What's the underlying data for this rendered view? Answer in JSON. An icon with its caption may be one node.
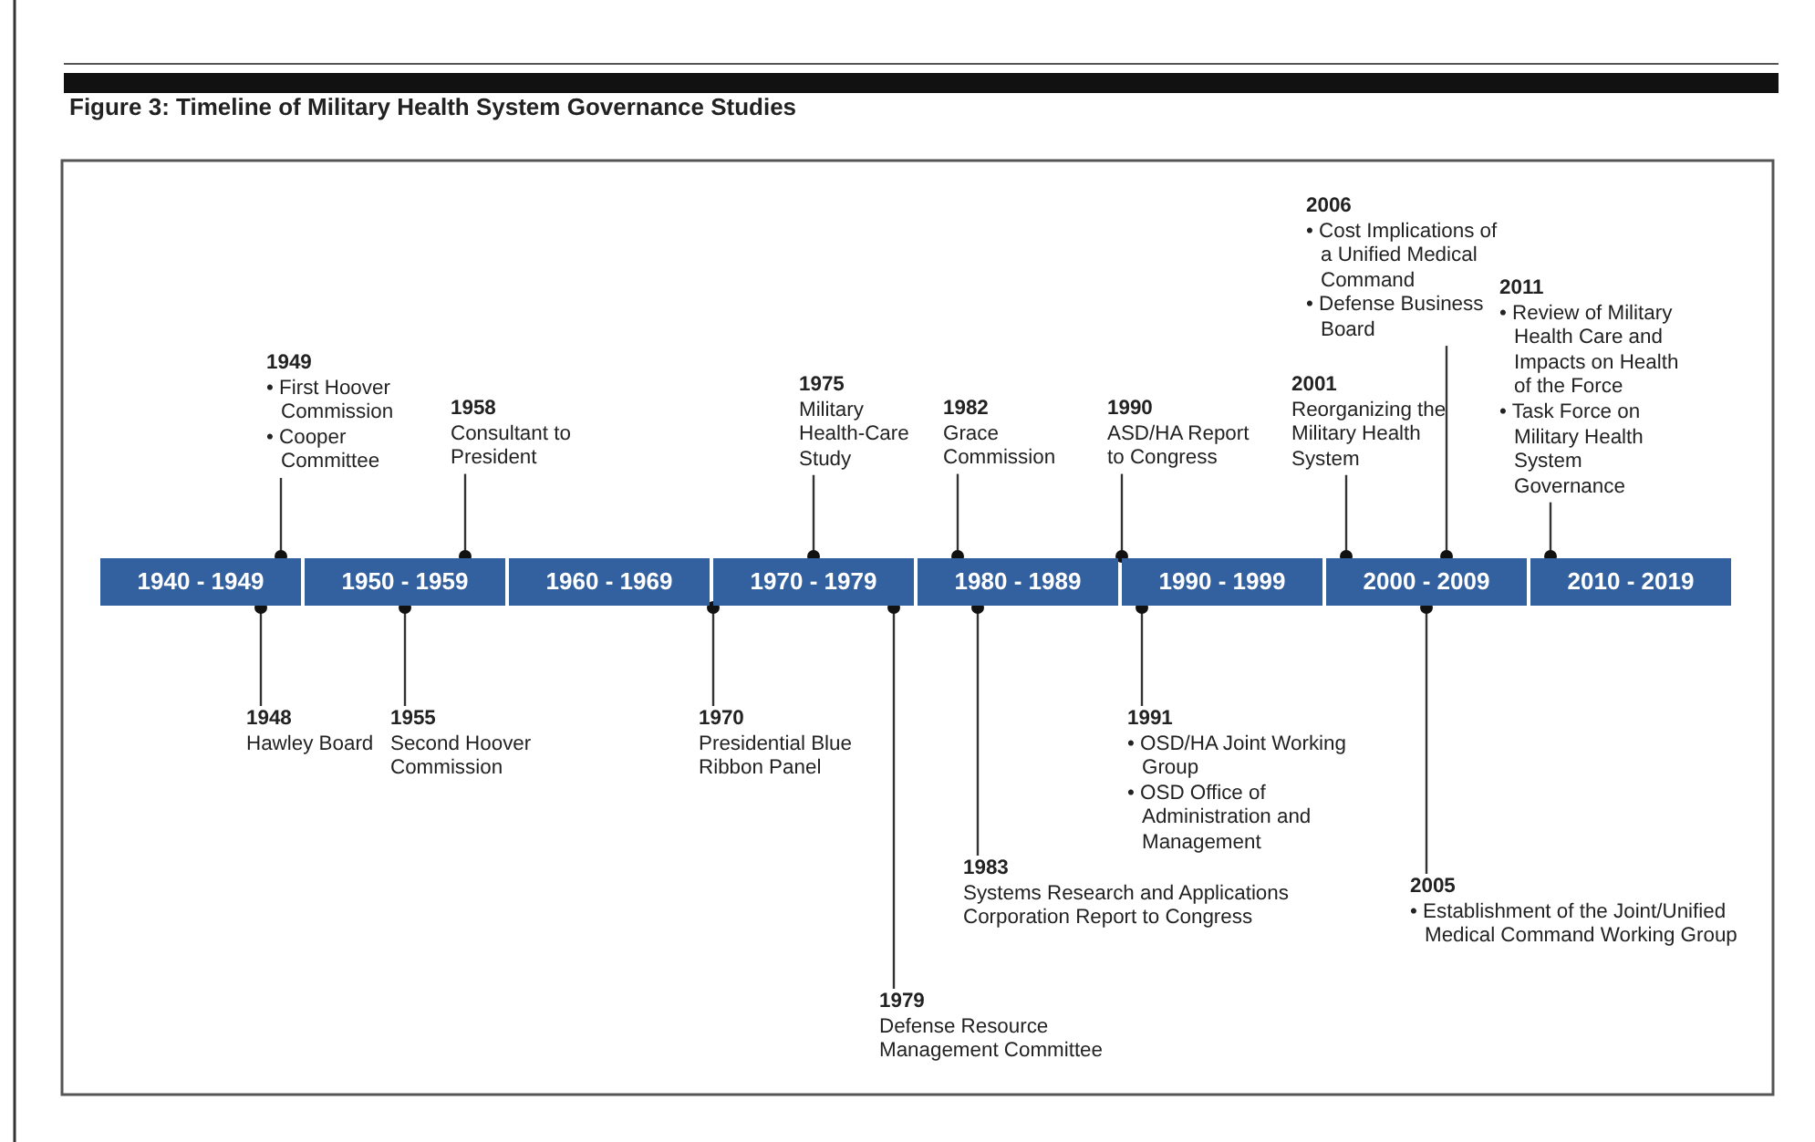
{
  "diagram": {
    "title": "Figure 3: Timeline of Military Health System Governance Studies",
    "nodes": [
      {
        "text": [
          "1949",
          "• First Hoover Commission",
          "• Cooper Committee"
        ]
      },
      {
        "text": [
          "1958",
          "Consultant to President"
        ]
      },
      {
        "text": [
          "1975",
          "Military Health-Care Study"
        ]
      },
      {
        "text": [
          "1982",
          "Grace Commission"
        ]
      },
      {
        "text": [
          "1990",
          "ASD/HA Report to Congress"
        ]
      },
      {
        "text": [
          "2001",
          "Reorganizing the Military Health System"
        ]
      },
      {
        "text": [
          "2006",
          "• Cost Implications of a Unified Medical Command",
          "• Defense Business Board"
        ]
      },
      {
        "text": [
          "2011",
          "• Review of Military Health Care and Impacts on Health of the Force",
          "• Task Force on Military Health System Governance"
        ]
      },
      {
        "text": [
          "1940 - 1949"
        ]
      },
      {
        "text": [
          "1950 - 1959"
        ]
      },
      {
        "text": [
          "1960 - 1969"
        ]
      },
      {
        "text": [
          "1970 - 1979"
        ]
      },
      {
        "text": [
          "1980 - 1989"
        ]
      },
      {
        "text": [
          "1990 - 1999"
        ]
      },
      {
        "text": [
          "2000 - 2009"
        ]
      },
      {
        "text": [
          "2010 - 2019"
        ]
      },
      {
        "text": [
          "1948",
          "Hawley Board"
        ]
      },
      {
        "text": [
          "1955",
          "Second Hoover Commission"
        ]
      },
      {
        "text": [
          "1970",
          "Presidential Blue Ribbon Panel"
        ]
      },
      {
        "text": [
          "1979",
          "Defense Resource Management Committee"
        ]
      },
      {
        "text": [
          "1983",
          "Systems Research and Applications Corporation Report to Congress"
        ]
      },
      {
        "text": [
          "1991",
          "• OSD/HA Joint Working Group",
          "• OSD Office of Administration and Management"
        ]
      },
      {
        "text": [
          "2005",
          "• Establishment of the Joint/Unified Medical Command Working Group"
        ]
      }
    ],
    "edges": [
      {
        "from": 0,
        "to": 8,
        "arrow": "other"
      },
      {
        "from": 1,
        "to": 9,
        "arrow": "other"
      },
      {
        "from": 2,
        "to": 11,
        "arrow": "other"
      },
      {
        "from": 3,
        "to": 12,
        "arrow": "other"
      },
      {
        "from": 4,
        "to": 13,
        "arrow": "other"
      },
      {
        "from": 5,
        "to": 14,
        "arrow": "other"
      },
      {
        "from": 6,
        "to": 14,
        "arrow": "other"
      },
      {
        "from": 7,
        "to": 15,
        "arrow": "other"
      },
      {
        "from": 16,
        "to": 8,
        "arrow": "other"
      },
      {
        "from": 17,
        "to": 9,
        "arrow": "other"
      },
      {
        "from": 18,
        "to": 11,
        "arrow": "other"
      },
      {
        "from": 19,
        "to": 11,
        "arrow": "other"
      },
      {
        "from": 20,
        "to": 12,
        "arrow": "other"
      },
      {
        "from": 21,
        "to": 13,
        "arrow": "other"
      },
      {
        "from": 22,
        "to": 14,
        "arrow": "other"
      }
    ]
  }
}
